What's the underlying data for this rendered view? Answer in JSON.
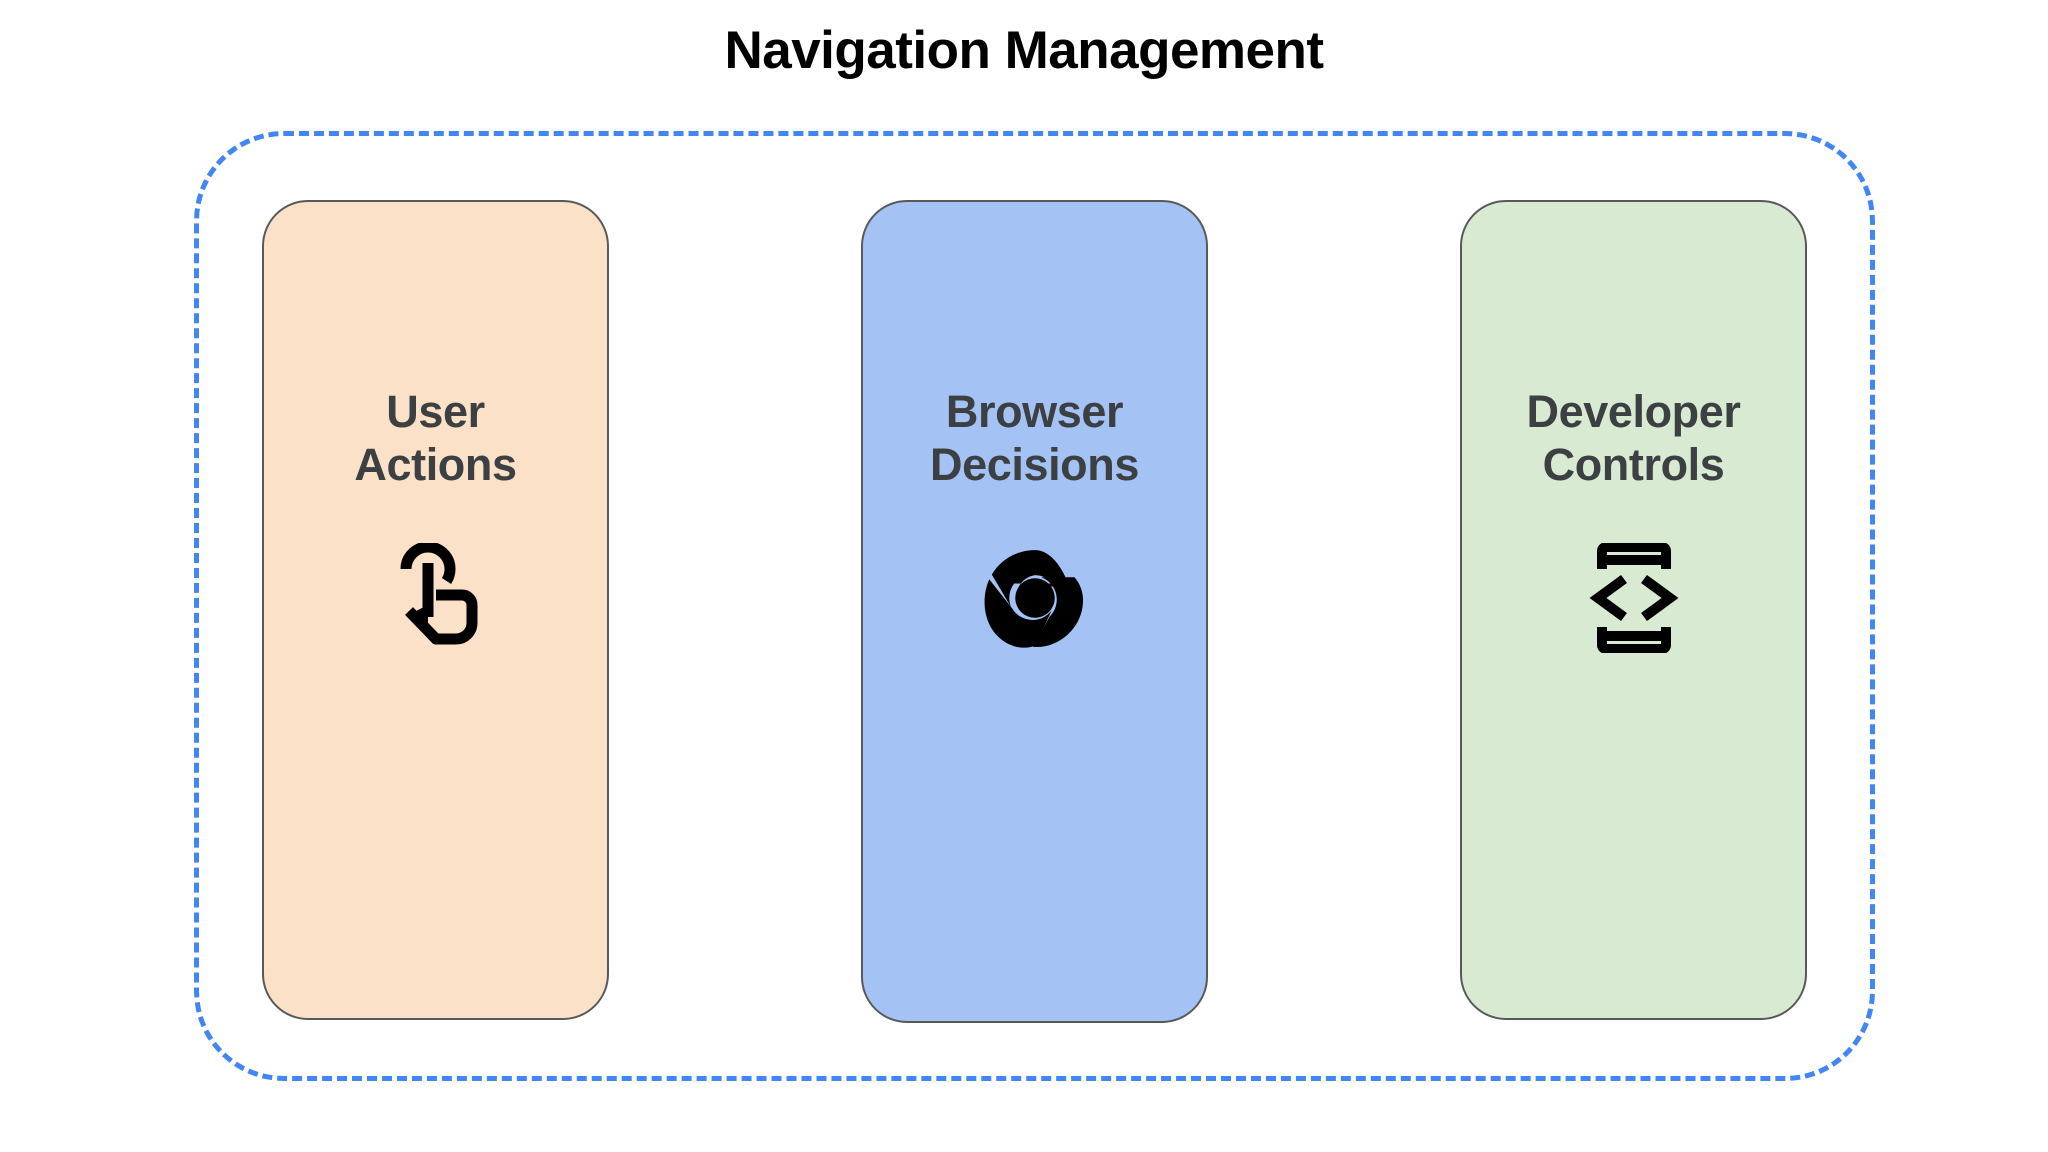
{
  "page": {
    "title": "Navigation Management",
    "background_color": "#FFFFFF",
    "title_color": "#000000"
  },
  "container": {
    "name": "dashed-group",
    "border_style": "dashed",
    "border_color": "#4285F4"
  },
  "cards": [
    {
      "id": "user-actions",
      "label": "User\nActions",
      "label_line_1": "User",
      "label_line_2": "Actions",
      "background_color": "#FAE1C8",
      "border_color": "#595959",
      "text_color": "#3C4043",
      "icon": "touch-app-icon",
      "icon_color": "#000000"
    },
    {
      "id": "browser-decisions",
      "label": "Browser\nDecisions",
      "label_line_1": "Browser",
      "label_line_2": "Decisions",
      "background_color": "#A4C2F4",
      "border_color": "#595959",
      "text_color": "#3C4043",
      "icon": "chrome-logo-icon",
      "icon_color": "#000000"
    },
    {
      "id": "developer-controls",
      "label": "Developer\nControls",
      "label_line_1": "Developer",
      "label_line_2": "Controls",
      "background_color": "#D9EAD3",
      "border_color": "#595959",
      "text_color": "#3C4043",
      "icon": "developer-mode-icon",
      "icon_color": "#000000"
    }
  ]
}
